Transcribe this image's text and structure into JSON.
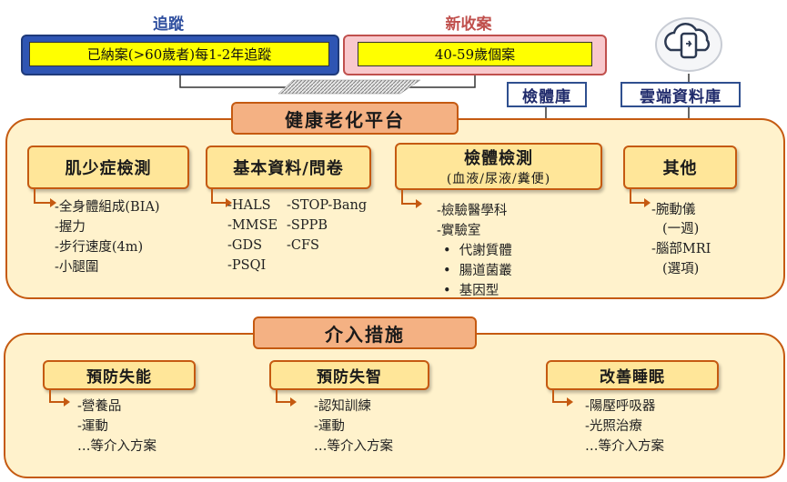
{
  "header": {
    "followup_title": "追蹤",
    "new_case_title": "新收案",
    "followup_text": "已納案(>60歲者)每1-2年追蹤",
    "new_case_text": "40-59歲個案",
    "biobank": "檢體庫",
    "cloud_db": "雲端資料庫"
  },
  "platform": {
    "title": "健康老化平台",
    "categories": [
      {
        "label": "肌少症檢測",
        "items": [
          "-全身體組成(BIA)",
          "-握力",
          "-步行速度(4m)",
          "-小腿圍"
        ]
      },
      {
        "label": "基本資料/問卷",
        "items_left": [
          "-HALS",
          "-MMSE",
          "-GDS",
          "-PSQI"
        ],
        "items_right": [
          "-STOP-Bang",
          "-SPPB",
          "-CFS"
        ]
      },
      {
        "label": "檢體檢測",
        "sublabel": "(血液/尿液/糞便)",
        "items": [
          "-檢驗醫學科",
          "-實驗室"
        ],
        "bullets": [
          "代謝質體",
          "腸道菌叢",
          "基因型"
        ]
      },
      {
        "label": "其他",
        "items": [
          "-腕動儀",
          "(一週)",
          "-腦部MRI",
          "(選項)"
        ]
      }
    ]
  },
  "intervention": {
    "title": "介入措施",
    "categories": [
      {
        "label": "預防失能",
        "items": [
          "-營養品",
          "-運動",
          "…等介入方案"
        ]
      },
      {
        "label": "預防失智",
        "items": [
          "-認知訓練",
          "-運動",
          "…等介入方案"
        ]
      },
      {
        "label": "改善睡眠",
        "items": [
          "-陽壓呼吸器",
          "-光照治療",
          "…等介入方案"
        ]
      }
    ]
  },
  "colors": {
    "followup_border": "#2f4f9f",
    "new_case_border": "#c0504d",
    "panel_fill": "#fff2cc",
    "panel_border": "#c55a11",
    "tab_fill": "#f4b183",
    "category_fill": "#ffe699"
  },
  "icons": [
    "cloud-phone-icon",
    "ground-symbol-icon"
  ]
}
